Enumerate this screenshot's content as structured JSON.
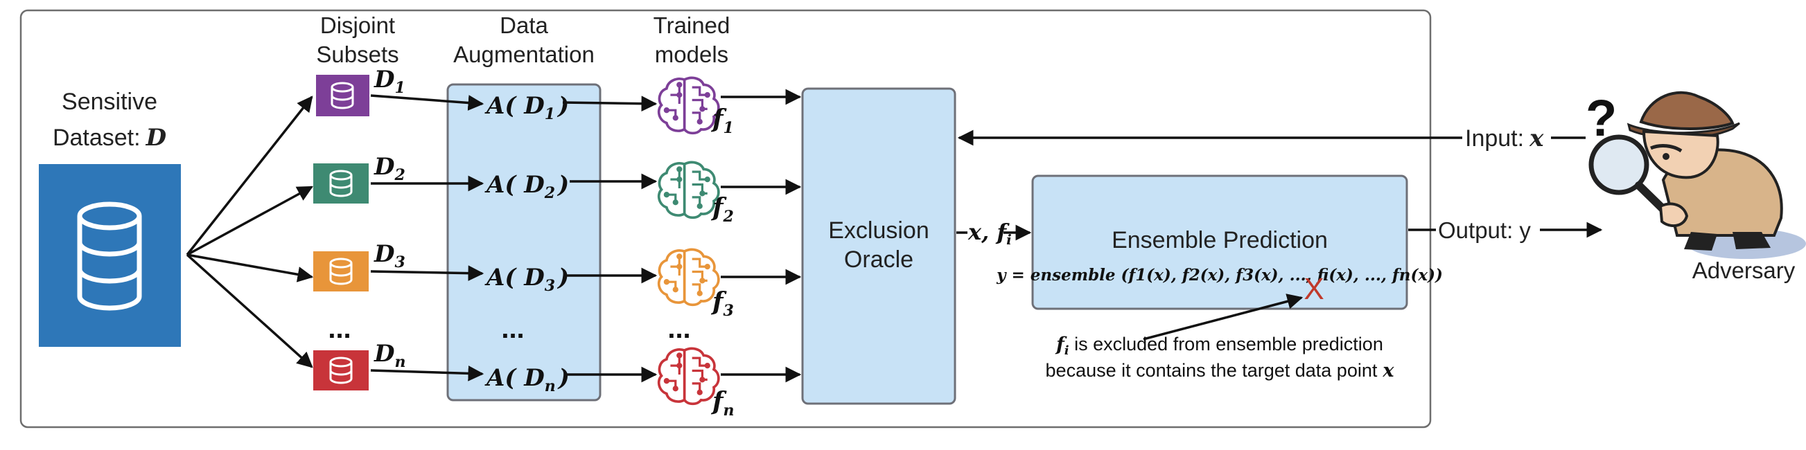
{
  "colors": {
    "frame": "#6e6e6e",
    "dataset_blue": "#2e77b8",
    "light_blue_box": "#c8e2f6",
    "box_border": "#6e7078",
    "purple": "#7d3f98",
    "green": "#3e8a72",
    "orange": "#e8953a",
    "red": "#c8343a",
    "exclude_x": "#c0392b"
  },
  "columns": {
    "disjoint_subsets": [
      "Disjoint",
      "Subsets"
    ],
    "data_augmentation": [
      "Data",
      "Augmentation"
    ],
    "trained_models": [
      "Trained",
      "models"
    ]
  },
  "dataset": {
    "label_line1": "Sensitive",
    "label_line2": "Dataset:",
    "symbol": "D",
    "icon": "database-icon"
  },
  "subsets": [
    {
      "color": "purple",
      "name": "D",
      "sub": "1",
      "aug": "A( D",
      "aug_close": ")",
      "model": "f",
      "model_sub": "1"
    },
    {
      "color": "green",
      "name": "D",
      "sub": "2",
      "aug": "A( D",
      "aug_close": ")",
      "model": "f",
      "model_sub": "2"
    },
    {
      "color": "orange",
      "name": "D",
      "sub": "3",
      "aug": "A( D",
      "aug_close": ")",
      "model": "f",
      "model_sub": "3"
    },
    {
      "color": "red",
      "name": "D",
      "sub": "n",
      "aug": "A( D",
      "aug_close": ")",
      "model": "f",
      "model_sub": "n"
    }
  ],
  "ellipsis": "...",
  "exclusion_oracle": [
    "Exclusion",
    "Oracle"
  ],
  "oracle_output": {
    "x": "x",
    "sep": ", ",
    "f": "f",
    "sub": "i"
  },
  "ensemble": {
    "title": "Ensemble Prediction",
    "formula": "y = ensemble (f1(x), f2(x), f3(x), ..., fi(x), ..., fn(x))",
    "excluded_mark": "X"
  },
  "input_label": "Input:",
  "input_symbol": "x",
  "output_label": "Output: y",
  "adversary": {
    "label": "Adversary",
    "question": "?"
  },
  "note": {
    "f": "f",
    "sub": "i",
    "line1_rest": " is excluded from ensemble prediction",
    "line2": "because it contains the target data point",
    "line2_symbol": "x"
  }
}
